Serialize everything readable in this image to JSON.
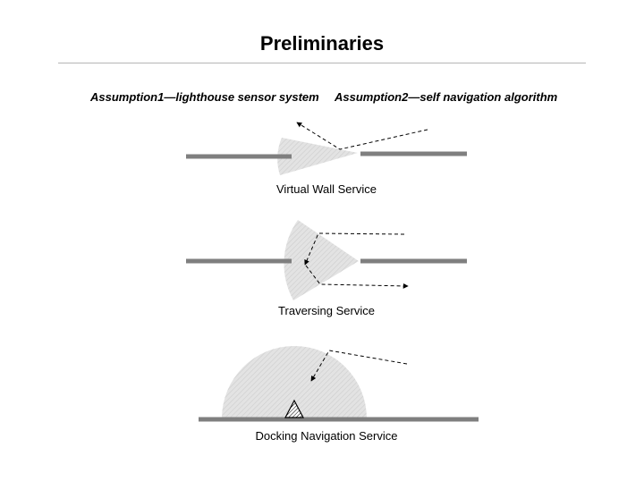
{
  "title": "Preliminaries",
  "assumptions": {
    "first": "Assumption1—lighthouse sensor system",
    "second": "Assumption2—self navigation algorithm"
  },
  "captions": {
    "virtual_wall": "Virtual Wall Service",
    "traversing": "Traversing Service",
    "docking": "Docking Navigation Service"
  },
  "colors": {
    "wall": "#7f7f7f",
    "beam_fill": "#e3e3e3",
    "beam_hatch": "#c8c8c8",
    "arrow": "#000000",
    "rule": "#b5b5b5"
  },
  "icons": {
    "docking_station": "hatched-triangle-icon"
  }
}
